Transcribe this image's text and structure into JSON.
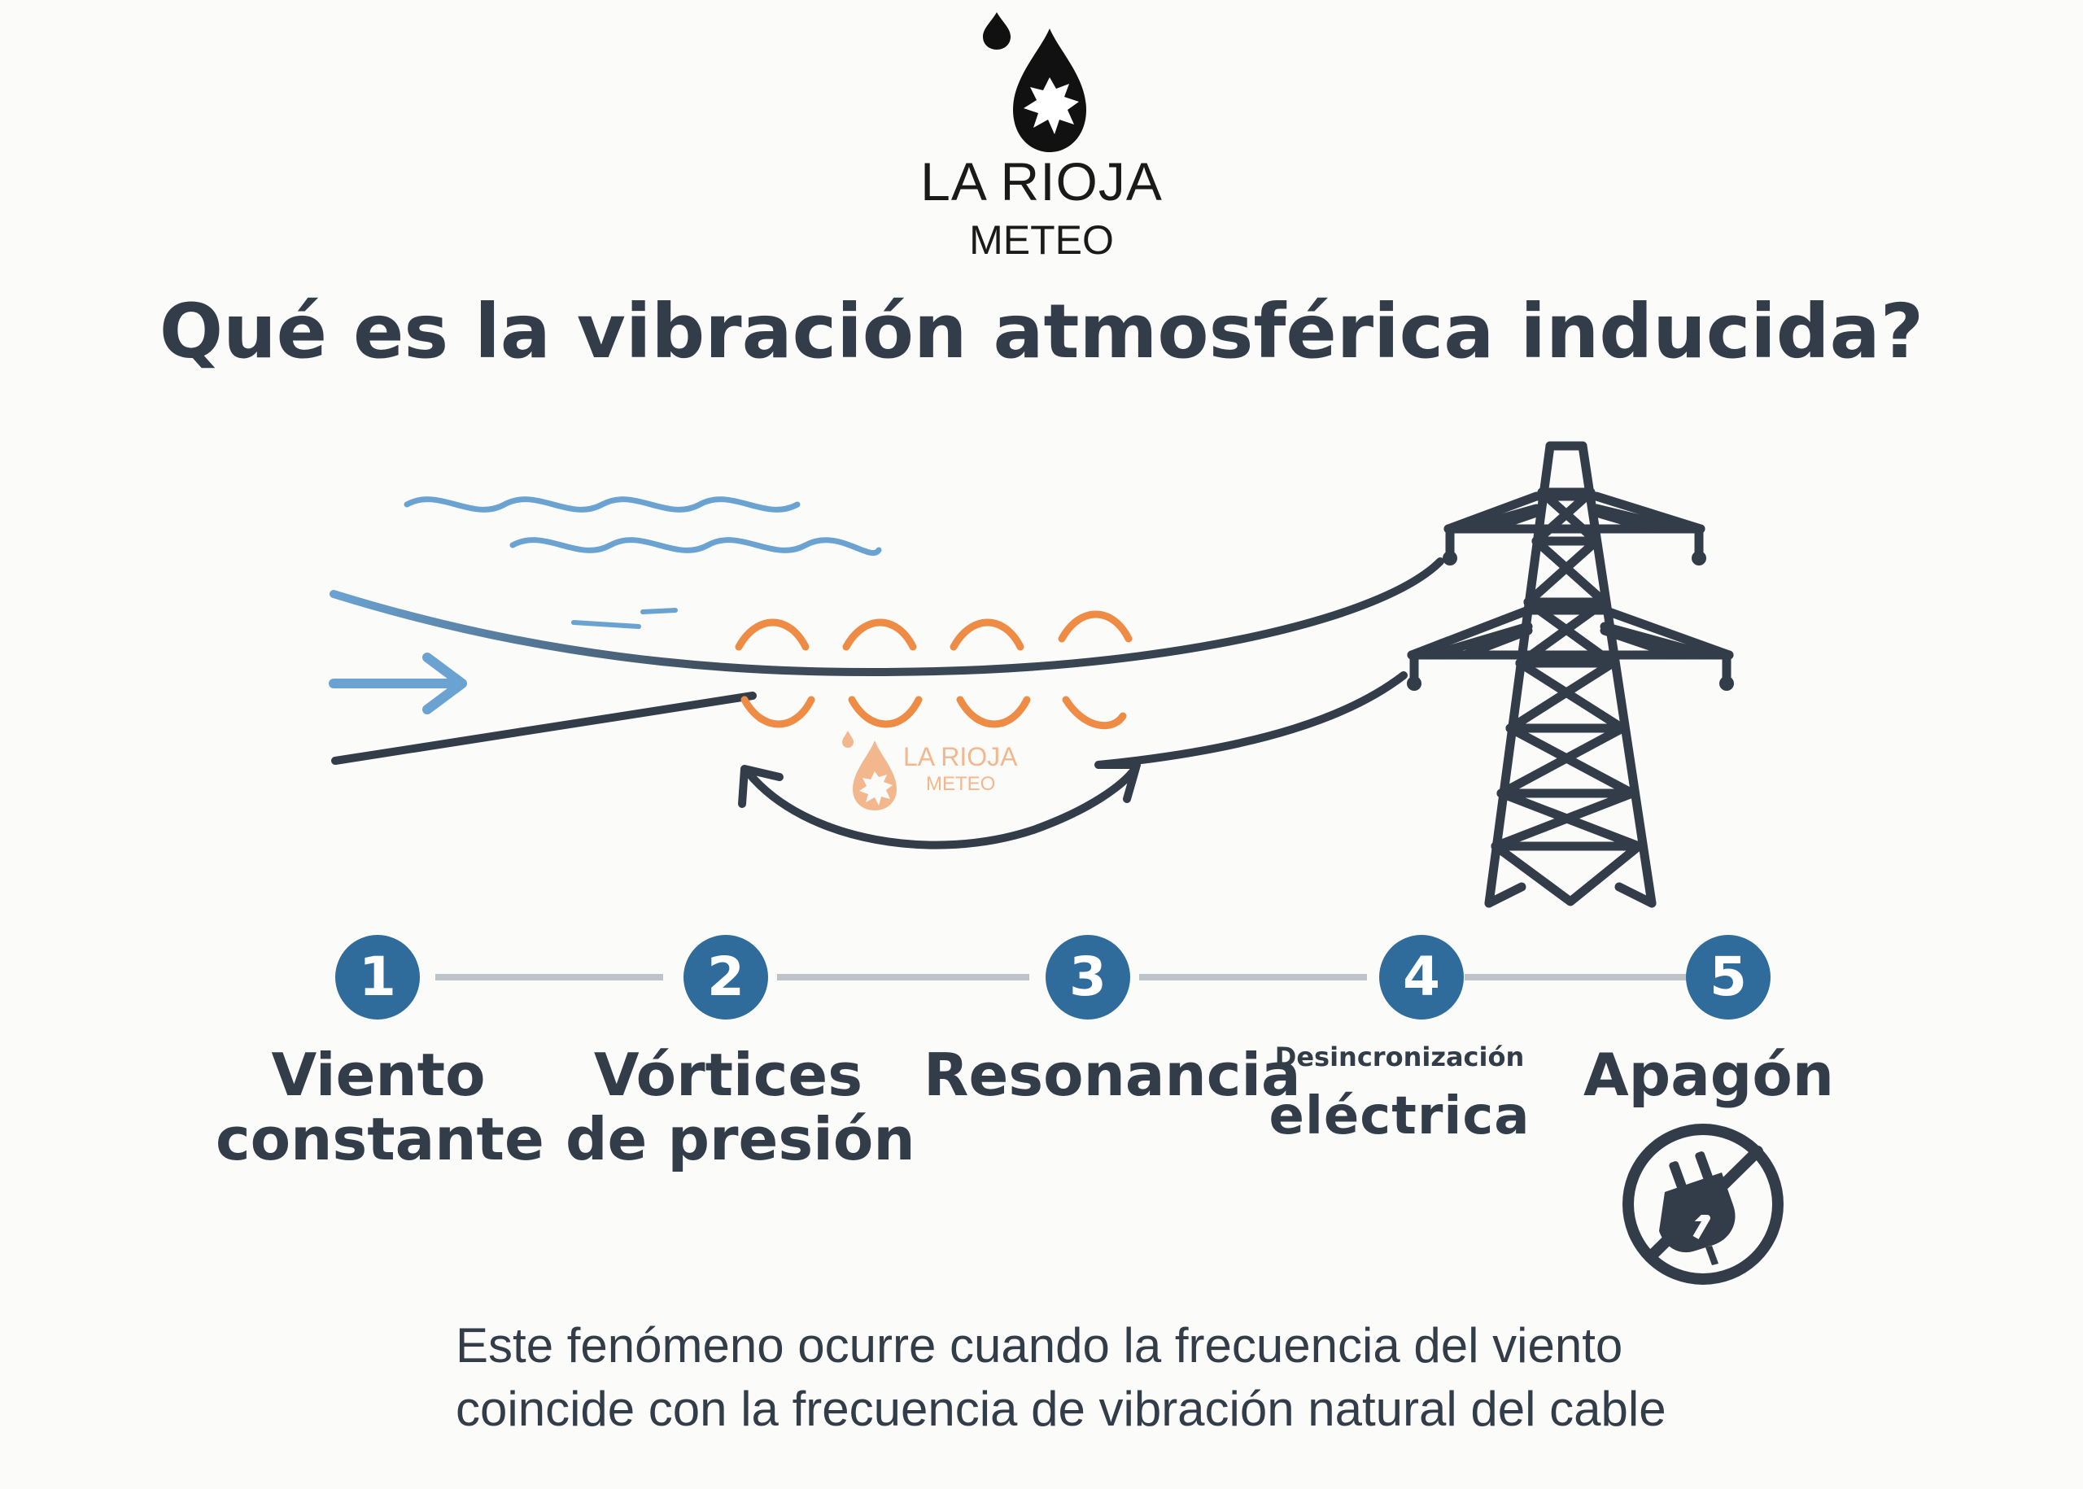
{
  "logo": {
    "line1": "LA RIOJA",
    "line2": "METEO",
    "drop_icon": "water-drop-vine-leaf-icon"
  },
  "title": "Qué es la vibración atmosférica inducida?",
  "diagram": {
    "watermark": {
      "line1": "LA RIOJA",
      "line2": "METEO"
    },
    "icons": [
      "wind-waves-icon",
      "wind-arrow-icon",
      "power-cable",
      "vortex-waves",
      "oscillation-arrow-icon",
      "transmission-tower-icon"
    ]
  },
  "steps": [
    {
      "number": "1",
      "label_lines": [
        "Viento",
        "constante"
      ]
    },
    {
      "number": "2",
      "label_lines": [
        "Vórtices",
        "de presión"
      ]
    },
    {
      "number": "3",
      "label_lines": [
        "Resonancia"
      ]
    },
    {
      "number": "4",
      "label_small": "Desincronización",
      "label_big": "eléctrica"
    },
    {
      "number": "5",
      "label_lines": [
        "Apagón"
      ],
      "icon": "no-power-plug-icon"
    }
  ],
  "caption": {
    "line1": "Este fenómeno ocurre cuando la frecuencia del viento",
    "line2": "coincide con la frecuencia de vibración natural del cable"
  },
  "colors": {
    "accent_blue": "#2f6c9c",
    "wind_blue": "#6aa3d2",
    "vortex_orange": "#ee8c45",
    "dark_slate": "#323d49"
  }
}
